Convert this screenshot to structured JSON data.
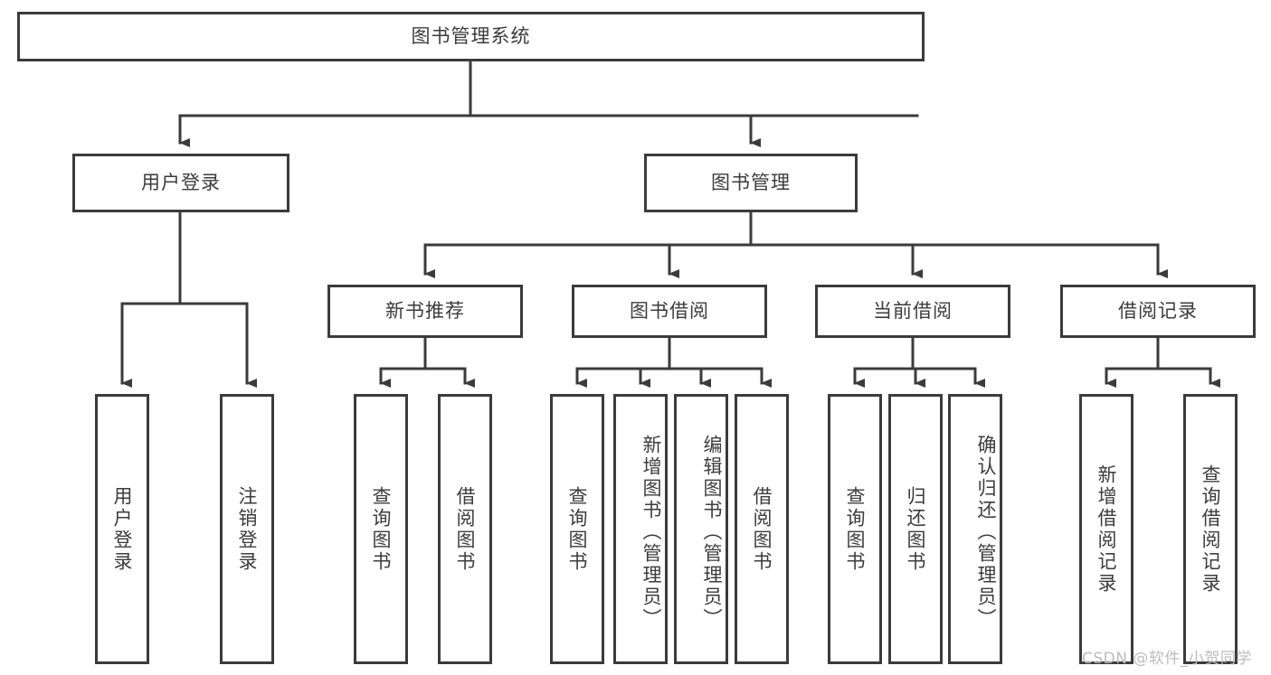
{
  "diagram": {
    "title": "图书管理系统",
    "type": "tree-hierarchy",
    "root": {
      "id": "root",
      "label": "图书管理系统"
    },
    "level2": [
      {
        "id": "user-login",
        "label": "用户登录"
      },
      {
        "id": "book-manage",
        "label": "图书管理"
      }
    ],
    "level3": [
      {
        "id": "new-book-rec",
        "label": "新书推荐",
        "parent": "book-manage"
      },
      {
        "id": "book-borrow",
        "label": "图书借阅",
        "parent": "book-manage"
      },
      {
        "id": "current-borrow",
        "label": "当前借阅",
        "parent": "book-manage"
      },
      {
        "id": "borrow-record",
        "label": "借阅记录",
        "parent": "book-manage"
      }
    ],
    "leaves": {
      "user_login": [
        {
          "id": "leaf-user-login",
          "label": "用户登录"
        },
        {
          "id": "leaf-user-logout",
          "label": "注销登录"
        }
      ],
      "new_book_rec": [
        {
          "id": "leaf-query-book-1",
          "label": "查询图书"
        },
        {
          "id": "leaf-borrow-book-1",
          "label": "借阅图书"
        }
      ],
      "book_borrow": [
        {
          "id": "leaf-query-book-2",
          "label": "查询图书"
        },
        {
          "id": "leaf-add-book",
          "label": "新增图书（管理员）"
        },
        {
          "id": "leaf-edit-book",
          "label": "编辑图书（管理员）"
        },
        {
          "id": "leaf-borrow-book-2",
          "label": "借阅图书"
        }
      ],
      "current_borrow": [
        {
          "id": "leaf-query-book-3",
          "label": "查询图书"
        },
        {
          "id": "leaf-return-book",
          "label": "归还图书"
        },
        {
          "id": "leaf-confirm-return",
          "label": "确认归还（管理员）"
        }
      ],
      "borrow_record": [
        {
          "id": "leaf-add-record",
          "label": "新增借阅记录"
        },
        {
          "id": "leaf-query-record",
          "label": "查询借阅记录"
        }
      ]
    }
  },
  "watermark": {
    "text": "CSDN @软件_小贺同学"
  },
  "colors": {
    "border": "#3b3b3b",
    "text": "#3c3c3c",
    "background": "#ffffff",
    "watermark": "#bcbcbc"
  }
}
